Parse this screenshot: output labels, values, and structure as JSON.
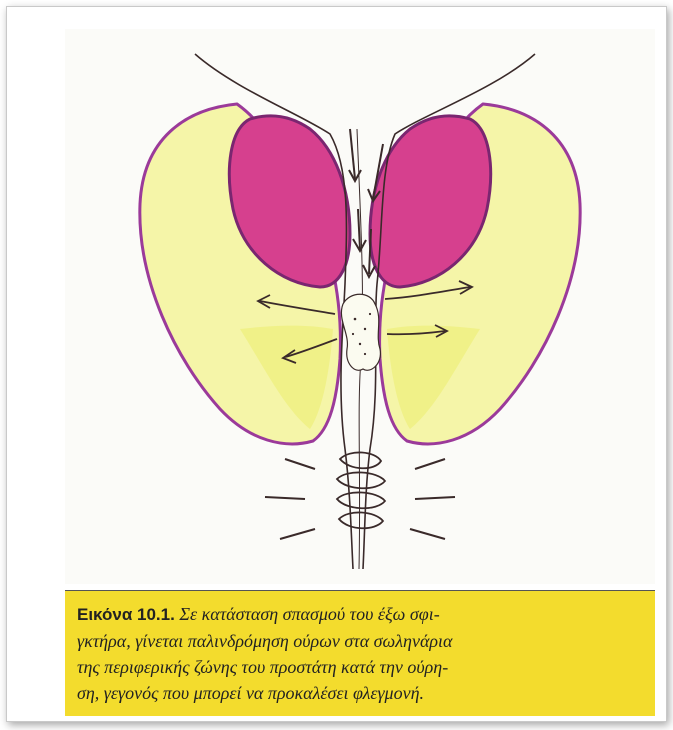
{
  "figure": {
    "colors": {
      "background": "#fbfbf8",
      "outer_lobe_fill": "#f5f5a8",
      "outer_lobe_stroke": "#9b3a9a",
      "inner_lobe_fill": "#d6408e",
      "inner_lobe_stroke": "#7a2670",
      "line": "#3a2a2a"
    }
  },
  "caption": {
    "label": "Εικόνα 10.1.",
    "lines": [
      " Σε κατάσταση σπασμού του έξω σφι-",
      "γκτήρα, γίνεται παλινδρόμηση ούρων στα σωληνάρια",
      "της περιφερικής ζώνης του προστάτη κατά την ούρη-",
      "ση, γεγονός που μπορεί να προκαλέσει φλεγμονή."
    ],
    "background": "#f3dc2d"
  }
}
